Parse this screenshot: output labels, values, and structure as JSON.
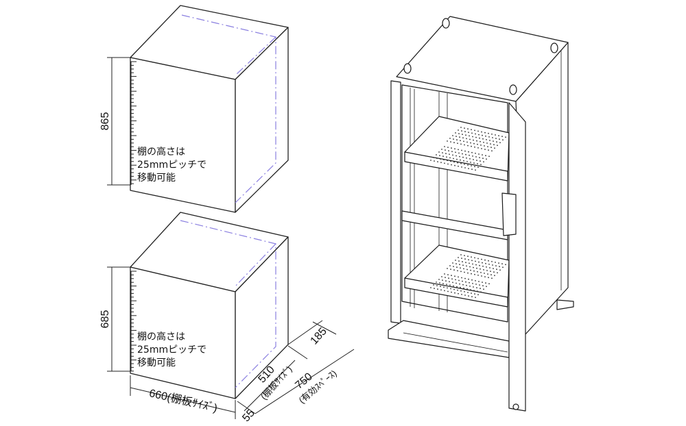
{
  "upper_box": {
    "height_dim": "865",
    "note_lines": [
      "棚の高さは",
      "25mmピッチで",
      "移動可能"
    ]
  },
  "lower_box": {
    "height_dim": "685",
    "note_lines": [
      "棚の高さは",
      "25mmピッチで",
      "移動可能"
    ],
    "width_dim": "660(棚板ｻｲｽﾞ)",
    "offset_dim": "55",
    "depth_dim_line1": "510",
    "depth_dim_line2": "(棚板ｻｲｽﾞ)",
    "rear_dim": "185",
    "space_dim_line1": "750",
    "space_dim_line2": "(有効ｽﾍﾟｰｽ)"
  }
}
